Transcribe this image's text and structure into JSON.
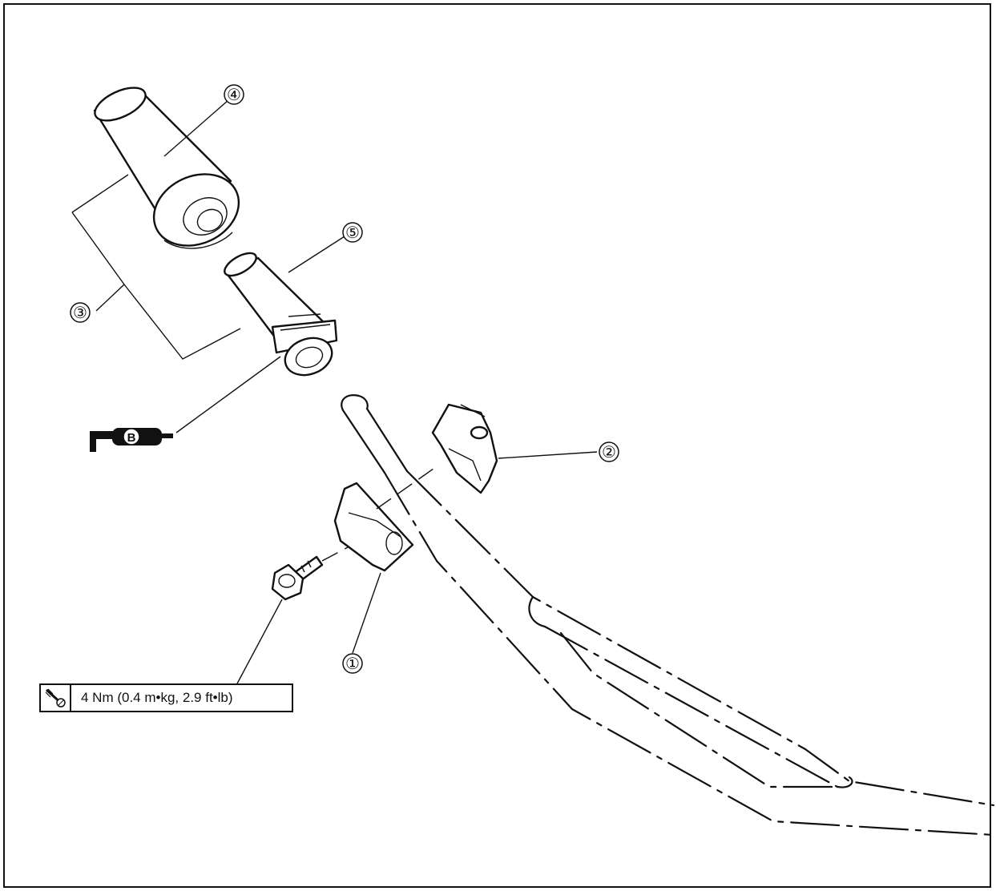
{
  "callouts": {
    "c1": "①",
    "c2": "②",
    "c3": "③",
    "c4": "④",
    "c5": "⑤"
  },
  "lube_symbol": {
    "letter": "B",
    "icon": "grease-gun-icon"
  },
  "torque": {
    "text": "4 Nm (0.4 m•kg, 2.9 ft•lb)",
    "icon": "torque-wrench-icon"
  },
  "colors": {
    "line": "#111111",
    "background": "#ffffff"
  }
}
